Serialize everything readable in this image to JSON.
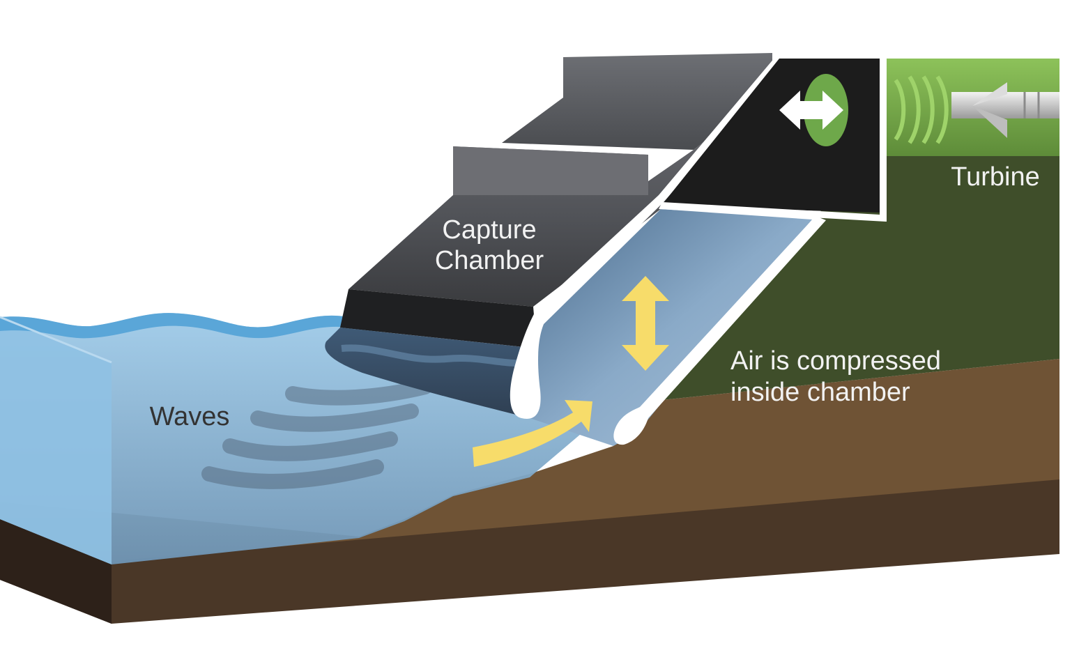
{
  "labels": {
    "capture_chamber": [
      "Capture",
      "Chamber"
    ],
    "turbine": "Turbine",
    "air_compressed": [
      "Air is compressed",
      "inside chamber"
    ],
    "waves": "Waves"
  },
  "colors": {
    "sky": "#ffffff",
    "water_light": "#8fc1e3",
    "water_surface": "#5aa6d8",
    "water_deep": "#6e94b4",
    "seabed": "#6f5335",
    "seabed_dark": "#3f2f22",
    "land_green": "#3f4e2a",
    "grass": "#7fb24a",
    "chamber_gray": "#5b5d62",
    "chamber_dark": "#2b2c2e",
    "housing_black": "#1c1c1c",
    "wall_white": "#ffffff",
    "air_blue": "#7fa2c2",
    "arrow_yellow": "#f7dc6a",
    "label_light": "#f2f2f2",
    "label_dark": "#333333"
  },
  "icons": [
    "double-headed-horizontal-arrow-icon",
    "double-headed-vertical-arrow-icon",
    "curved-flow-arrow-icon",
    "turbine-icon"
  ]
}
